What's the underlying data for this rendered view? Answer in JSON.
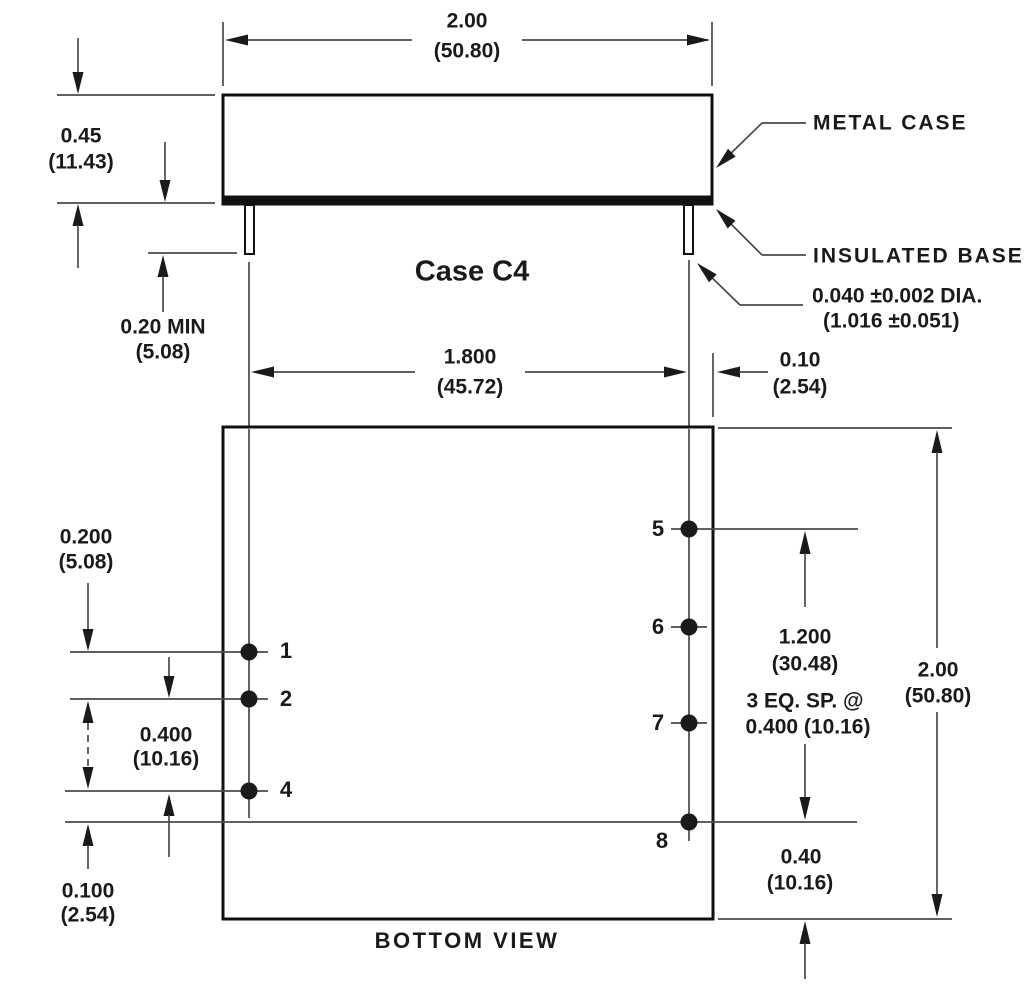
{
  "title": "Case C4",
  "view_label": "BOTTOM VIEW",
  "callouts": {
    "metal_case": "METAL CASE",
    "insulated_base": "INSULATED BASE",
    "pin_dia_in": "0.040 ±0.002 DIA.",
    "pin_dia_mm": "(1.016 ±0.051)"
  },
  "dims": {
    "case_width_in": "2.00",
    "case_width_mm": "(50.80)",
    "case_height_in": "0.45",
    "case_height_mm": "(11.43)",
    "pin_length_in": "0.20 MIN",
    "pin_length_mm": "(5.08)",
    "pin_span_in": "1.800",
    "pin_span_mm": "(45.72)",
    "edge_offset_in": "0.10",
    "edge_offset_mm": "(2.54)",
    "pin1_offset_in": "0.200",
    "pin1_offset_mm": "(5.08)",
    "pin_pitch_in": "0.400",
    "pin_pitch_mm": "(10.16)",
    "pin4_offset_in": "0.100",
    "pin4_offset_mm": "(2.54)",
    "right_span_in": "1.200",
    "right_span_mm": "(30.48)",
    "right_span_note_1": "3 EQ. SP. @",
    "right_span_note_2": "0.400 (10.16)",
    "pin8_offset_in": "0.40",
    "pin8_offset_mm": "(10.16)",
    "case_depth_in": "2.00",
    "case_depth_mm": "(50.80)"
  },
  "pin_labels": {
    "pin1": "1",
    "pin2": "2",
    "pin4": "4",
    "pin5": "5",
    "pin6": "6",
    "pin7": "7",
    "pin8": "8"
  }
}
